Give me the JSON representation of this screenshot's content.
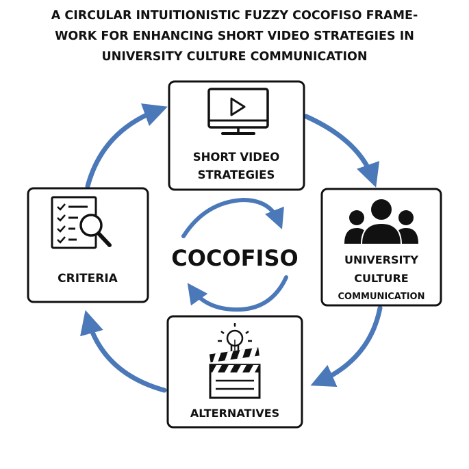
{
  "title": {
    "line1": "A CIRCULAR INTUITIONISTIC FUZZY COCOFISO FRAME-",
    "line2": "WORK FOR ENHANCING SHORT VIDEO STRATEGIES IN",
    "line3": "UNIVERSITY CULTURE COMMUNICATION"
  },
  "center": {
    "label": "COCOFISO"
  },
  "nodes": {
    "top": {
      "line1": "SHORT VIDEO",
      "line2": "STRATEGIES",
      "icon": "monitor-play-icon"
    },
    "right": {
      "line1": "UNIVERSITY",
      "line2": "CULTURE",
      "line3": "COMMUNICATION",
      "icon": "people-group-icon"
    },
    "bottom": {
      "line1": "ALTERNATIVES",
      "icon": "clapperboard-lightbulb-icon"
    },
    "left": {
      "line1": "CRITERIA",
      "icon": "checklist-magnifier-icon"
    }
  },
  "colors": {
    "arrow": "#4a78b8",
    "box_border": "#111111",
    "text": "#111111"
  }
}
